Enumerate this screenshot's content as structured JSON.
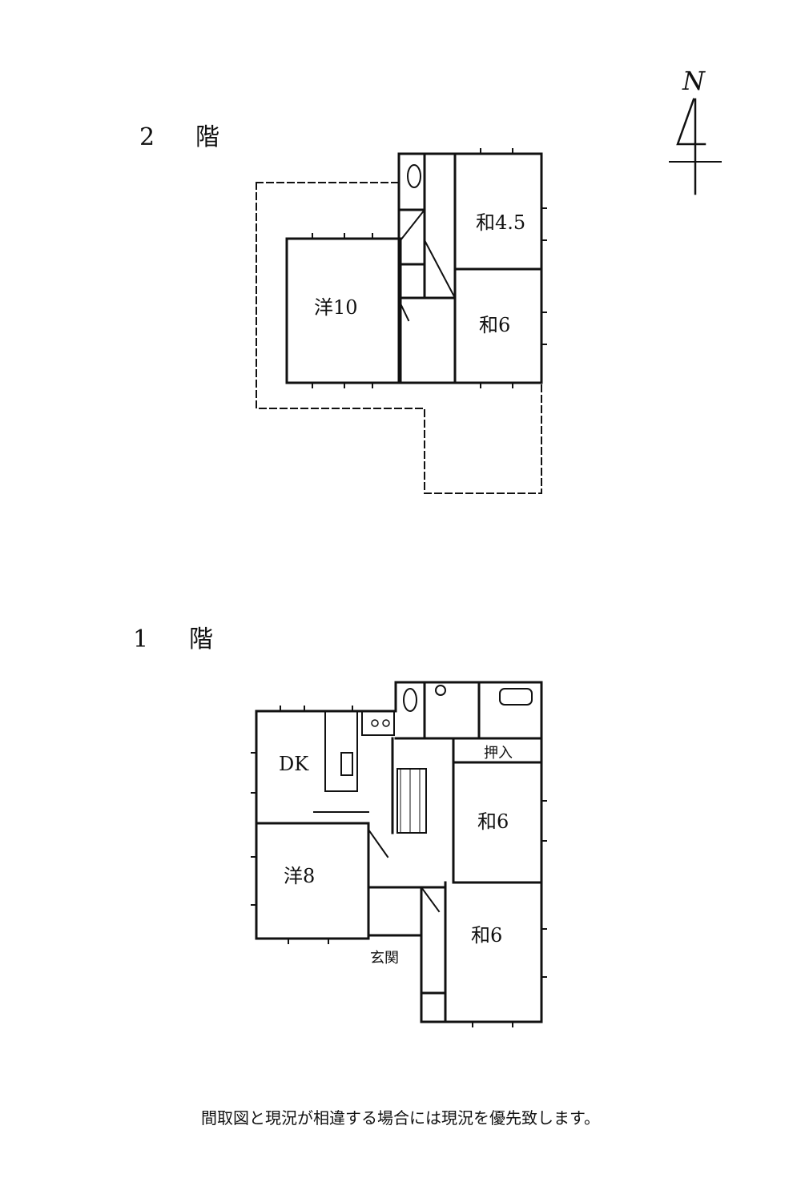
{
  "floors": {
    "second": {
      "number": "2",
      "suffix": "階",
      "rooms": {
        "western": "洋10",
        "japanese_small": "和4.5",
        "japanese": "和6"
      }
    },
    "first": {
      "number": "1",
      "suffix": "階",
      "rooms": {
        "dk": "DK",
        "western": "洋8",
        "japanese_north": "和6",
        "japanese_south": "和6",
        "closet": "押入",
        "entrance": "玄関"
      }
    }
  },
  "compass": {
    "label": "N"
  },
  "footer_note": "間取図と現況が相違する場合には現況を優先致します。"
}
